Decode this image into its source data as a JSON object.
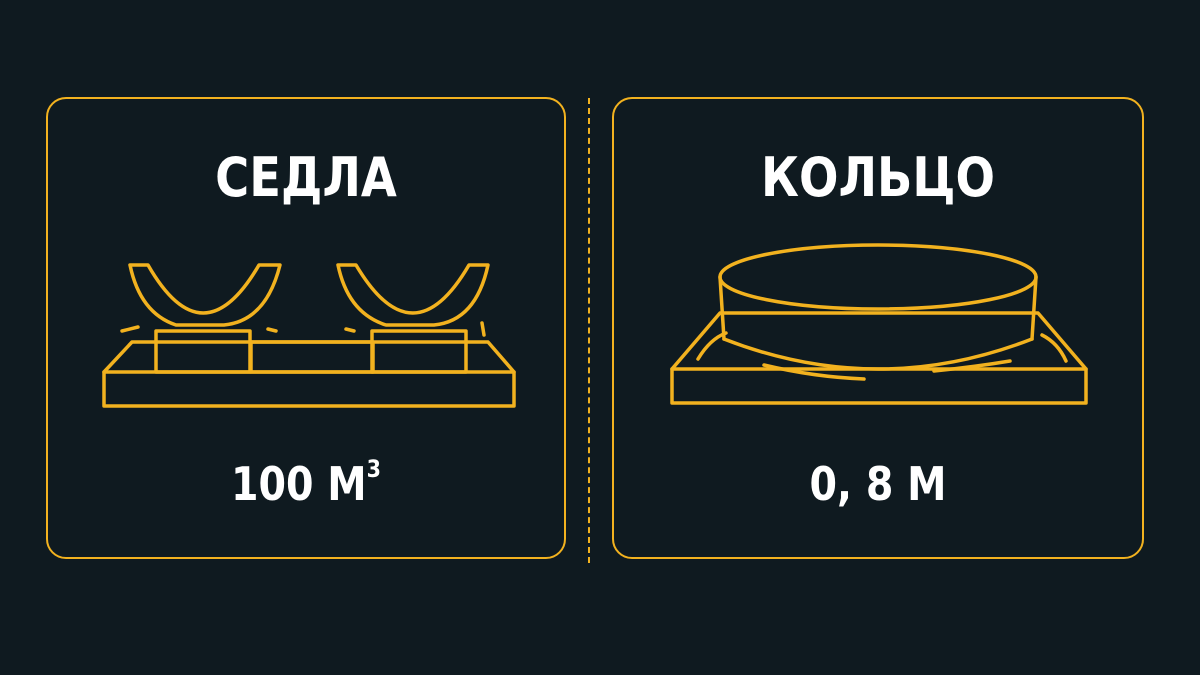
{
  "colors": {
    "background": "#0f1a20",
    "accent": "#f2b21f",
    "text": "#ffffff"
  },
  "left_panel": {
    "title": "СЕДЛА",
    "value": "100 М",
    "value_superscript": "3",
    "illustration": "saddle-supports-icon"
  },
  "right_panel": {
    "title": "КОЛЬЦО",
    "value": "0, 8 М",
    "illustration": "ring-foundation-icon"
  }
}
